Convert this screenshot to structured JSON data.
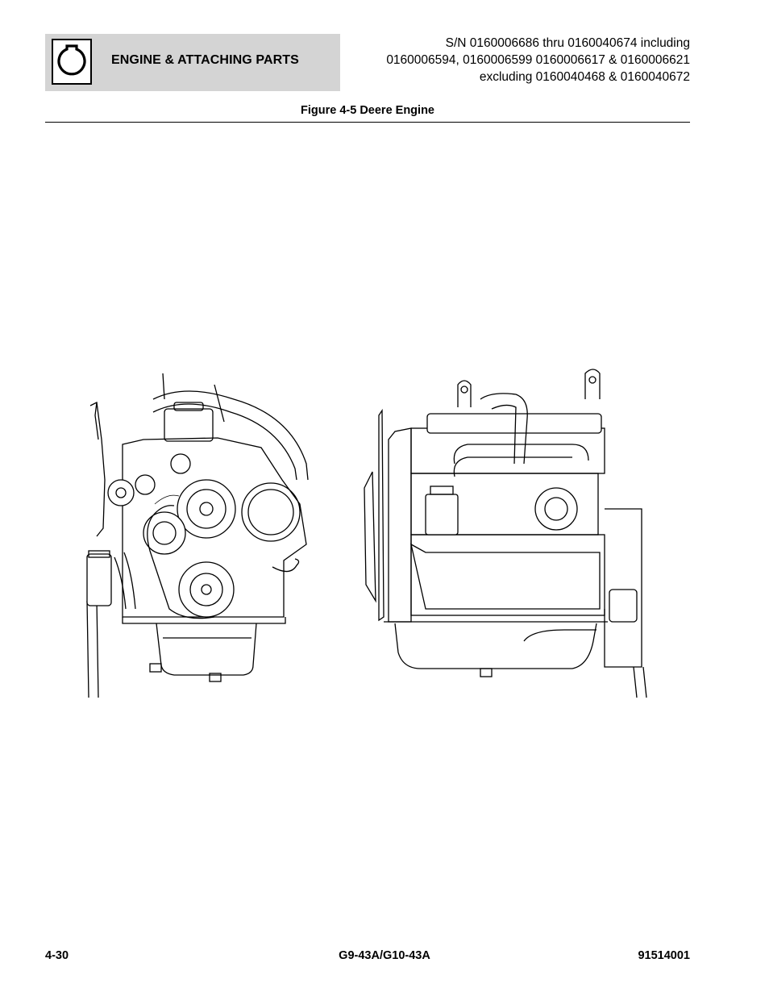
{
  "header": {
    "section_title": "ENGINE & ATTACHING PARTS",
    "icon": "engine-section-icon",
    "serial_lines": [
      "S/N 0160006686 thru 0160040674 including",
      "0160006594, 0160006599 0160006617 & 0160006621",
      "excluding 0160040468 & 0160040672"
    ]
  },
  "figure": {
    "caption": "Figure 4-5 Deere Engine"
  },
  "footer": {
    "page_number": "4-30",
    "model": "G9-43A/G10-43A",
    "doc_number": "91514001"
  }
}
